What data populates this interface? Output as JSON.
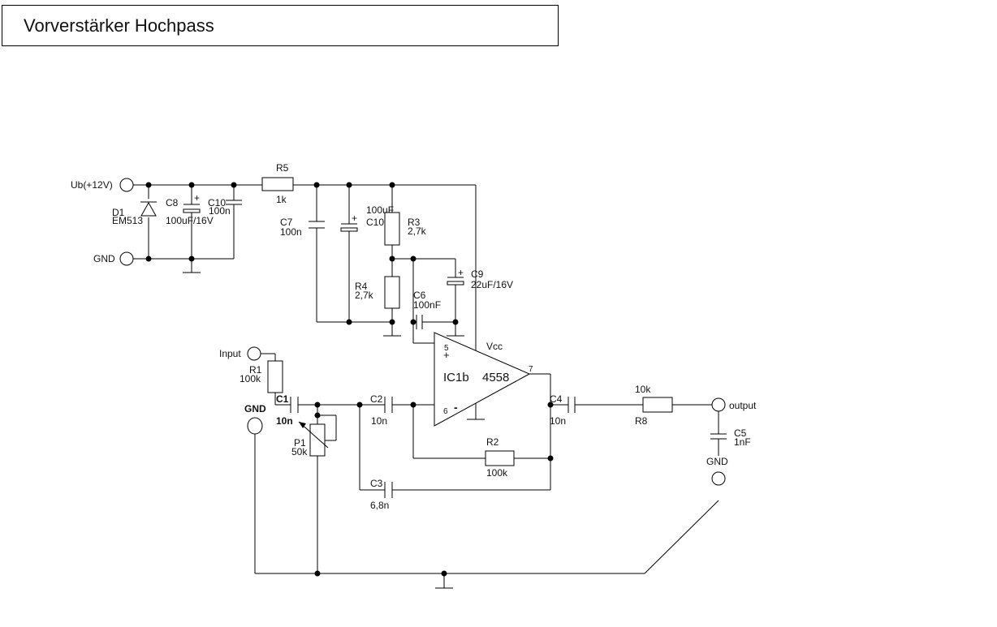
{
  "title": "Vorverstärker Hochpass",
  "terminals": {
    "ub": "Ub(+12V)",
    "gnd_supply": "GND",
    "input": "Input",
    "gnd_input": "GND",
    "output": "output",
    "gnd_output": "GND"
  },
  "components": {
    "d1": {
      "ref": "D1",
      "value": "EM513"
    },
    "c8": {
      "ref": "C8",
      "value": "100uF/16V"
    },
    "c10a": {
      "ref": "C10",
      "value": "100n"
    },
    "r5": {
      "ref": "R5",
      "value": "1k"
    },
    "c7": {
      "ref": "C7",
      "value": "100n"
    },
    "c10b": {
      "ref": "C10",
      "value": "100uF"
    },
    "r3": {
      "ref": "R3",
      "value": "2,7k"
    },
    "r4": {
      "ref": "R4",
      "value": "2,7k"
    },
    "c6": {
      "ref": "C6",
      "value": "100nF"
    },
    "c9": {
      "ref": "C9",
      "value": "22uF/16V"
    },
    "r1": {
      "ref": "R1",
      "value": "100k"
    },
    "c1": {
      "ref": "C1",
      "value": "10n"
    },
    "p1": {
      "ref": "P1",
      "value": "50k"
    },
    "c2": {
      "ref": "C2",
      "value": "10n"
    },
    "c3": {
      "ref": "C3",
      "value": "6,8n"
    },
    "r2": {
      "ref": "R2",
      "value": "100k"
    },
    "c4": {
      "ref": "C4",
      "value": "10n"
    },
    "r8": {
      "ref": "R8",
      "value": "10k"
    },
    "c5": {
      "ref": "C5",
      "value": "1nF"
    }
  },
  "opamp": {
    "name": "IC1b",
    "part": "4558",
    "vcc": "Vcc",
    "pin_plus": "5",
    "pin_minus": "6",
    "pin_out": "7",
    "plus_sign": "+",
    "minus_sign": "-"
  },
  "polarity": "+"
}
